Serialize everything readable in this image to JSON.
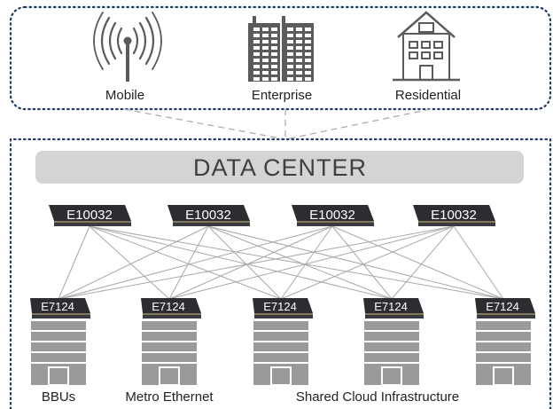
{
  "customers": [
    {
      "label": "Mobile",
      "icon": "cell-tower-icon"
    },
    {
      "label": "Enterprise",
      "icon": "office-buildings-icon"
    },
    {
      "label": "Residential",
      "icon": "house-icon"
    }
  ],
  "data_center": {
    "title": "DATA CENTER"
  },
  "spines": [
    "E10032",
    "E10032",
    "E10032",
    "E10032"
  ],
  "leaves": [
    "E7124",
    "E7124",
    "E7124",
    "E7124",
    "E7124"
  ],
  "bottom_labels": [
    "BBUs",
    "Metro Ethernet",
    "Shared Cloud Infrastructure"
  ],
  "colors": {
    "border_dots": "#1f3b66",
    "banner_fill": "#d4d4d4",
    "switch_body": "#2b2d31",
    "rack_fill": "#9a9a9a",
    "icon_fill": "#5b5b5b",
    "link_line": "#a8a8a8"
  }
}
